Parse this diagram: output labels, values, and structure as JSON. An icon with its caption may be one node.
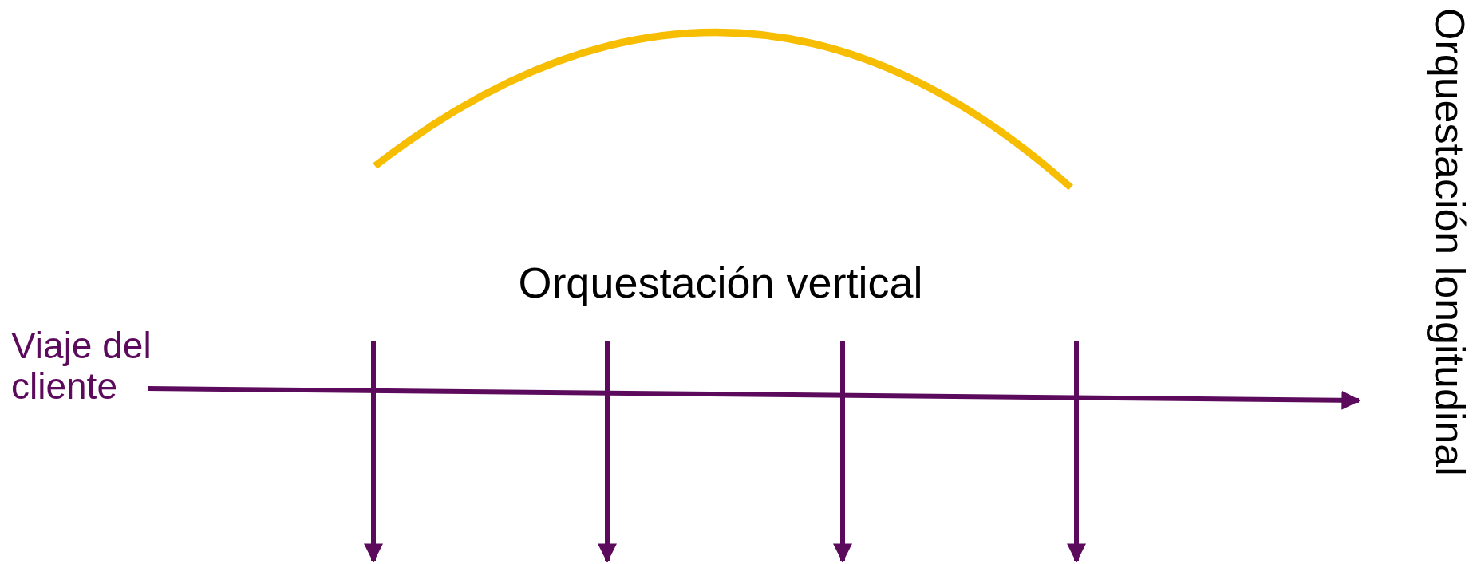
{
  "diagram": {
    "labels": [
      "Orquestación vertical",
      "Viaje del cliente",
      "Orquestación longitudinal"
    ]
  }
}
